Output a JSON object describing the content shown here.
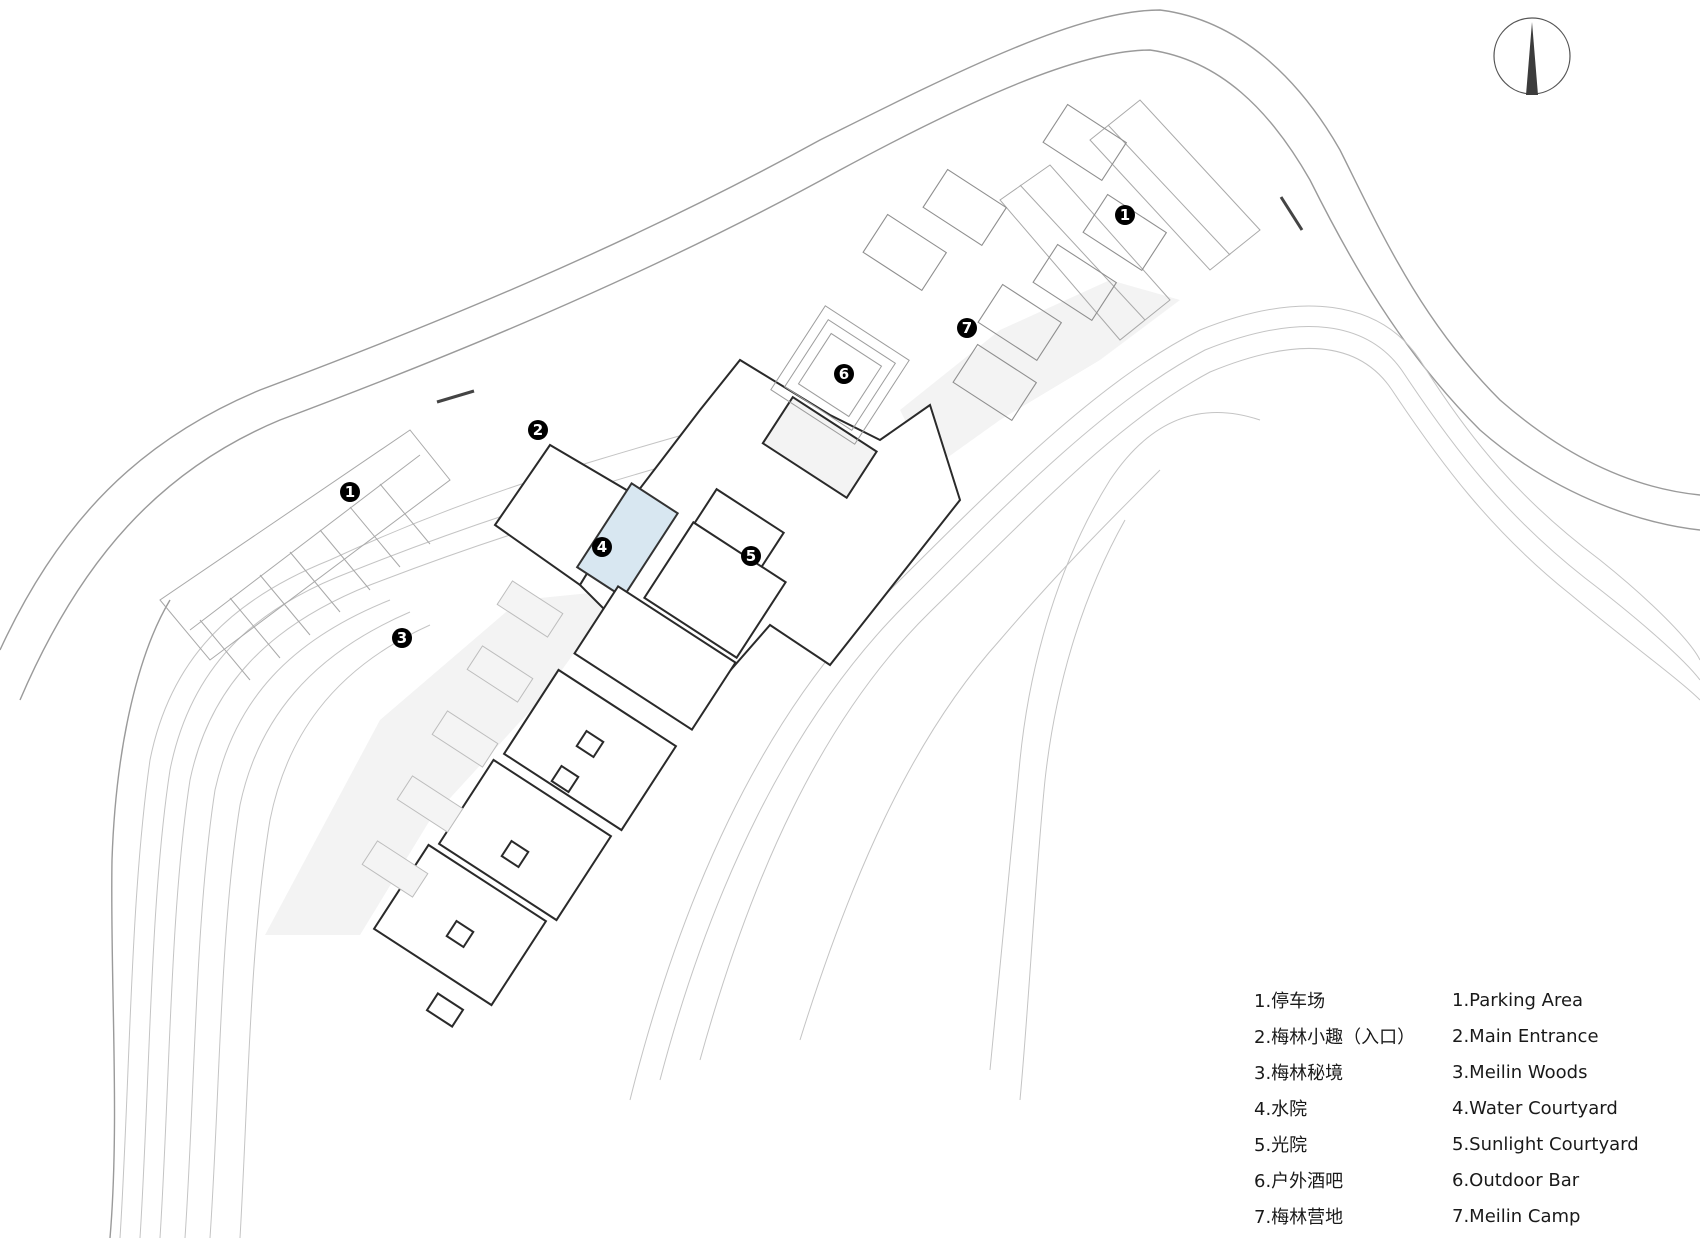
{
  "colors": {
    "background": "#ffffff",
    "line": "#2a2a2a",
    "contour": "#c4c4c4",
    "shade": "#f0f0f0",
    "water": "#d8e7f1",
    "marker_fill": "#000000",
    "marker_text": "#ffffff"
  },
  "compass": {
    "icon": "north-arrow-icon"
  },
  "markers": [
    {
      "id": "1",
      "label": "1"
    },
    {
      "id": "1b",
      "label": "1"
    },
    {
      "id": "2",
      "label": "2"
    },
    {
      "id": "3",
      "label": "3"
    },
    {
      "id": "4",
      "label": "4"
    },
    {
      "id": "5",
      "label": "5"
    },
    {
      "id": "6",
      "label": "6"
    },
    {
      "id": "7",
      "label": "7"
    }
  ],
  "legend": [
    {
      "cn": "1.停车场",
      "en": "1.Parking Area"
    },
    {
      "cn": "2.梅林小趣（入口）",
      "en": "2.Main Entrance"
    },
    {
      "cn": "3.梅林秘境",
      "en": "3.Meilin Woods"
    },
    {
      "cn": "4.水院",
      "en": "4.Water Courtyard"
    },
    {
      "cn": "5.光院",
      "en": "5.Sunlight Courtyard"
    },
    {
      "cn": "6.户外酒吧",
      "en": "6.Outdoor Bar"
    },
    {
      "cn": "7.梅林营地",
      "en": "7.Meilin Camp"
    }
  ]
}
